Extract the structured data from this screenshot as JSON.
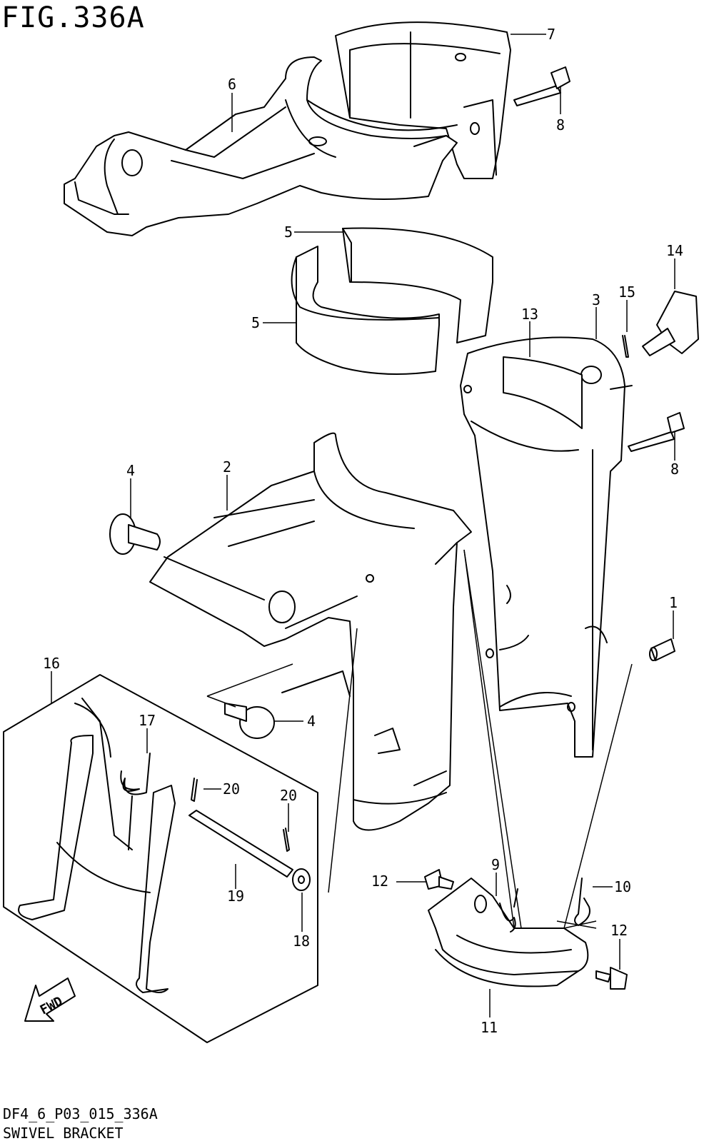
{
  "figure_title": "FIG.336A",
  "diagram_code": "DF4_6_P03_015_336A",
  "diagram_name": "SWIVEL BRACKET",
  "fwd_label": "FWD",
  "callouts": {
    "c1": "1",
    "c2": "2",
    "c3": "3",
    "c4a": "4",
    "c4b": "4",
    "c5a": "5",
    "c5b": "5",
    "c6": "6",
    "c7": "7",
    "c8a": "8",
    "c8b": "8",
    "c9": "9",
    "c10": "10",
    "c11": "11",
    "c12a": "12",
    "c12b": "12",
    "c13": "13",
    "c14": "14",
    "c15": "15",
    "c16": "16",
    "c17": "17",
    "c18": "18",
    "c19": "19",
    "c20a": "20",
    "c20b": "20"
  }
}
